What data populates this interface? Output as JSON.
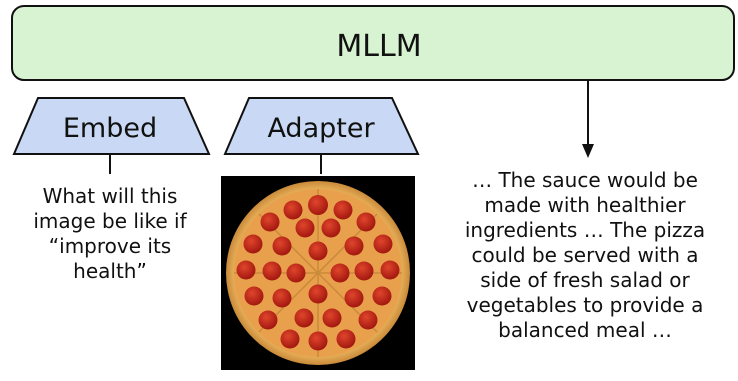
{
  "mllm": {
    "label": "MLLM",
    "fill": "#d8f3d1",
    "stroke": "#111111"
  },
  "modules": {
    "embed": {
      "label": "Embed",
      "fill": "#c9d9f5"
    },
    "adapter": {
      "label": "Adapter",
      "fill": "#c9d9f5"
    }
  },
  "inputs": {
    "text_prompt": [
      "What will this",
      "image be like if",
      "“improve its",
      "health”"
    ],
    "image": {
      "description_icon": "pepperoni-pizza-image"
    }
  },
  "output": {
    "text": [
      "… The sauce would be",
      "made with healthier",
      "ingredients … The pizza",
      "could be served with a",
      "side of fresh salad or",
      "vegetables to provide a",
      "balanced meal …"
    ]
  }
}
